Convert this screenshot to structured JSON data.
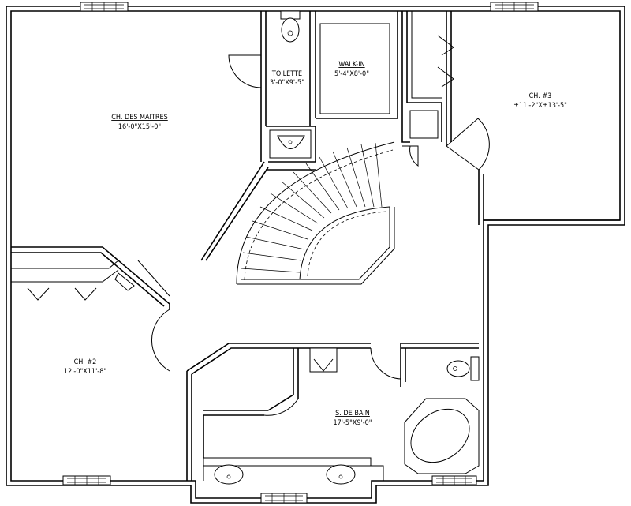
{
  "plan": {
    "rooms": [
      {
        "id": "master",
        "name": "CH. DES MAITRES",
        "dims": "16'-0\"X15'-0\""
      },
      {
        "id": "toilette",
        "name": "TOILETTE",
        "dims": "3'-0\"X9'-5\""
      },
      {
        "id": "walkin",
        "name": "WALK-IN",
        "dims": "5'-4\"X8'-0\""
      },
      {
        "id": "ch3",
        "name": "CH. #3",
        "dims": "±11'-2\"X±13'-5\""
      },
      {
        "id": "ch2",
        "name": "CH. #2",
        "dims": "12'-0\"X11'-8\""
      },
      {
        "id": "bath",
        "name": "S. DE BAIN",
        "dims": "17'-5\"X9'-0\""
      }
    ]
  }
}
